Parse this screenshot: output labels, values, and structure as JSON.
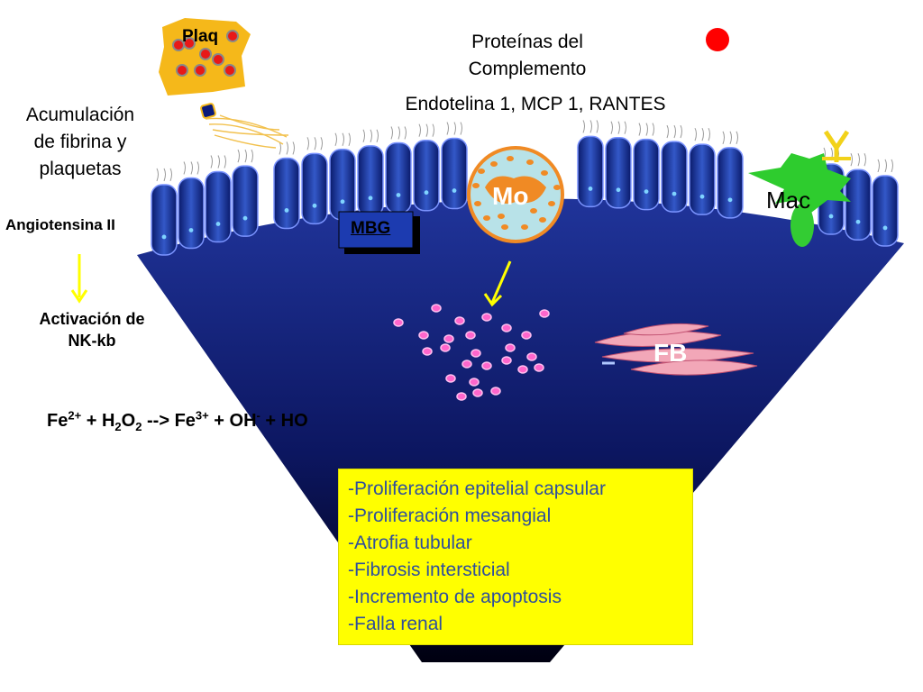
{
  "labels": {
    "plaq": "Plaq",
    "proteins_line1": "Proteínas del",
    "proteins_line2": "Complemento",
    "endothelin": "Endotelina 1, MCP 1, RANTES",
    "fibrin_line1": "Acumulación",
    "fibrin_line2": "de fibrina y",
    "fibrin_line3": "plaquetas",
    "angiotensin": "Angiotensina II",
    "mbg": "MBG",
    "mo": "Mo",
    "mac": "Mac",
    "fb": "FB",
    "nfkb_line1": "Activación de",
    "nfkb_line2": "NK-kb"
  },
  "equation": {
    "fe": "Fe",
    "fe_charge": "2+",
    "plus1": " + H",
    "h_sub": "2",
    "o": "O",
    "o_sub": "2",
    "arrow": " --> Fe",
    "fe3_charge": "3+",
    "oh": " + OH",
    "oh_charge": "-",
    "tail": " + HO"
  },
  "outcomes": [
    "-Proliferación epitelial capsular",
    "-Proliferación mesangial",
    "-Atrofia tubular",
    "-Fibrosis intersticial",
    "-Incremento de apoptosis",
    "-Falla renal"
  ],
  "colors": {
    "funnel_top": "#1a2e8c",
    "funnel_bottom": "#000000",
    "cell": "#1f3fa8",
    "monocyte": "#b8e2e8",
    "monocyte_dots": "#f08a24",
    "box": "#ffff00",
    "box_text": "#2f4f9c",
    "complement_dot": "#ff0000",
    "macrophage": "#33cc33",
    "fibroblast": "#f2a7b8",
    "particles": "#ff66cc",
    "plaque": "#f5b81a",
    "arrow": "#ffff00"
  }
}
